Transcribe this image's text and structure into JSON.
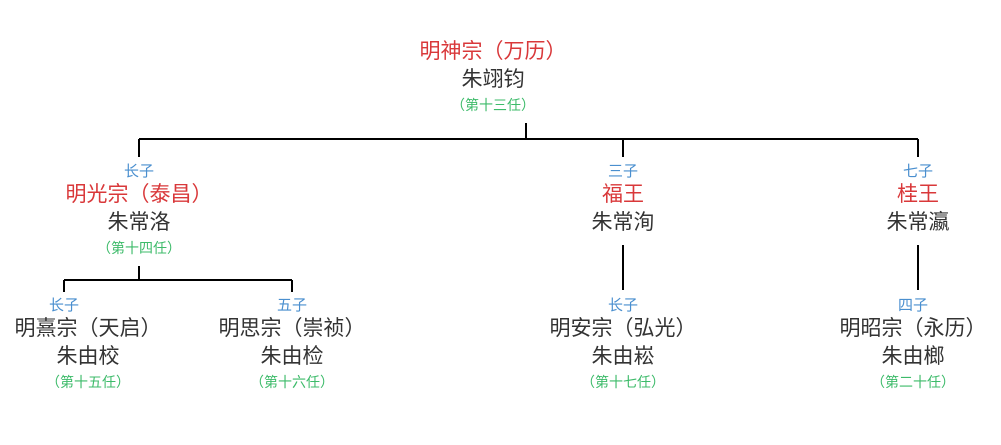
{
  "colors": {
    "title_red": "#d9383a",
    "text_dark": "#333333",
    "relation_blue": "#4a8fcf",
    "reign_green": "#3dbb6a",
    "line": "#000000"
  },
  "root": {
    "title": "明神宗（万历）",
    "name": "朱翊钧",
    "reign": "（第十三任）"
  },
  "sons": [
    {
      "relation": "长子",
      "title": "明光宗（泰昌）",
      "name": "朱常洛",
      "reign": "（第十四任）"
    },
    {
      "relation": "三子",
      "title": "福王",
      "name": "朱常洵"
    },
    {
      "relation": "七子",
      "title": "桂王",
      "name": "朱常瀛"
    }
  ],
  "grandsons": [
    {
      "relation": "长子",
      "title": "明熹宗（天启）",
      "name": "朱由校",
      "reign": "（第十五任）"
    },
    {
      "relation": "五子",
      "title": "明思宗（崇祯）",
      "name": "朱由检",
      "reign": "（第十六任）"
    },
    {
      "relation": "长子",
      "title": "明安宗（弘光）",
      "name": "朱由崧",
      "reign": "（第十七任）"
    },
    {
      "relation": "四子",
      "title": "明昭宗（永历）",
      "name": "朱由榔",
      "reign": "（第二十任）"
    }
  ]
}
